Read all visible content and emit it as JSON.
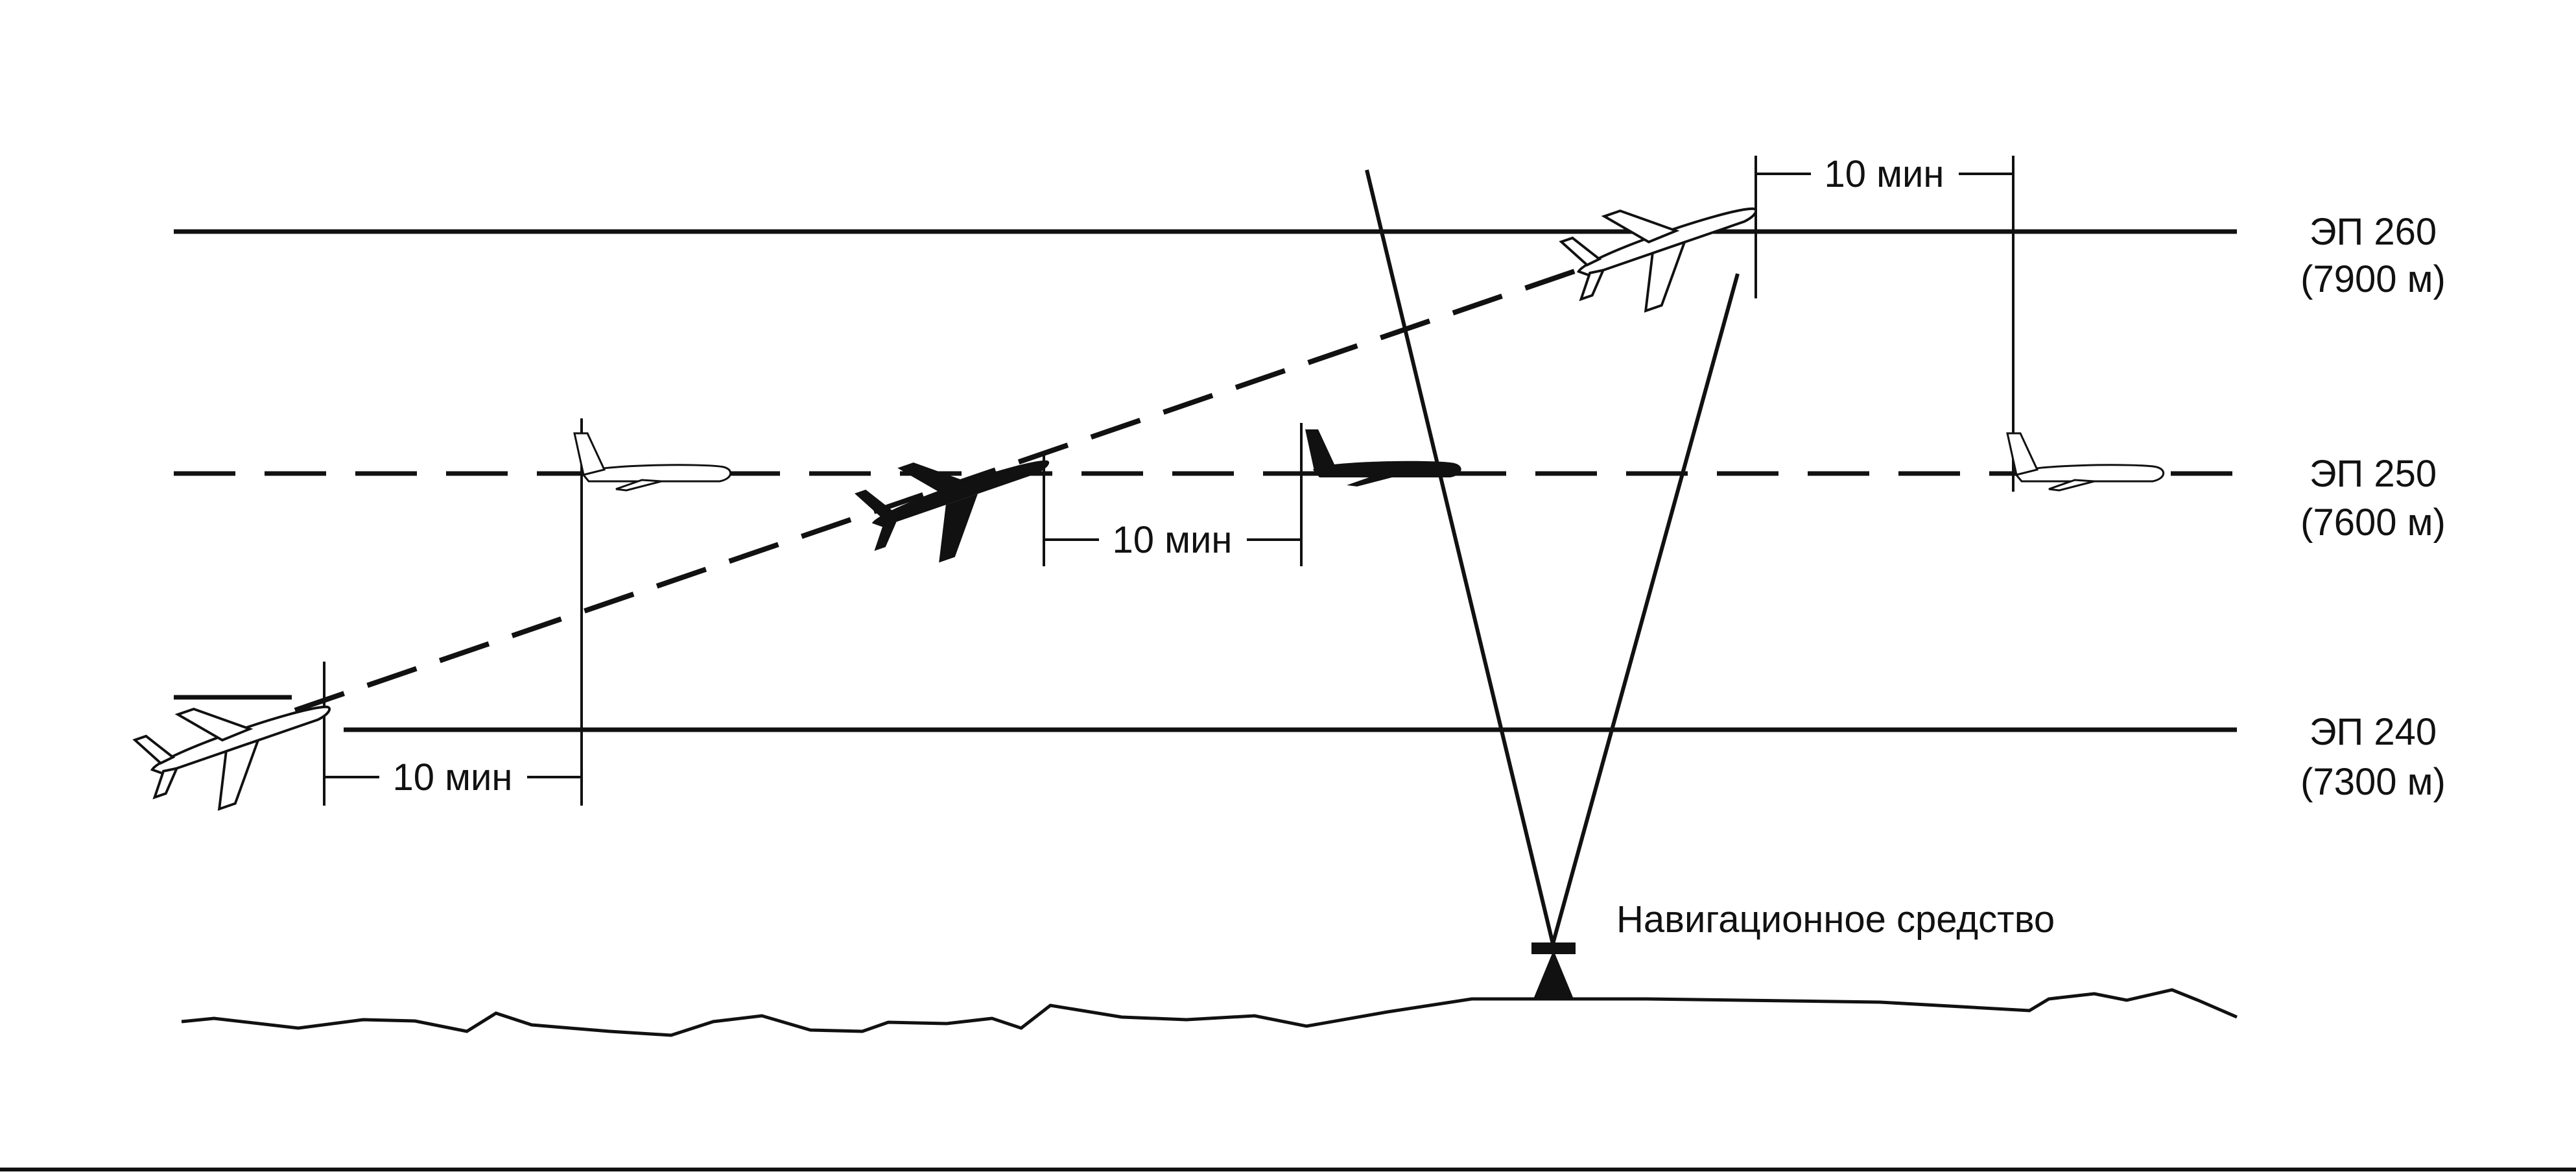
{
  "flight_levels": [
    {
      "name": "ЭП 260",
      "altitude": "(7900 м)",
      "line_style": "solid"
    },
    {
      "name": "ЭП 250",
      "altitude": "(7600 м)",
      "line_style": "dashed"
    },
    {
      "name": "ЭП 240",
      "altitude": "(7300 м)",
      "line_style": "solid"
    }
  ],
  "intervals": [
    {
      "label": "10 мин"
    },
    {
      "label": "10 мин"
    },
    {
      "label": "10 мин"
    }
  ],
  "navaid": {
    "label": "Навигационное средство"
  },
  "colors": {
    "ink": "#111111",
    "background": "#ffffff"
  }
}
